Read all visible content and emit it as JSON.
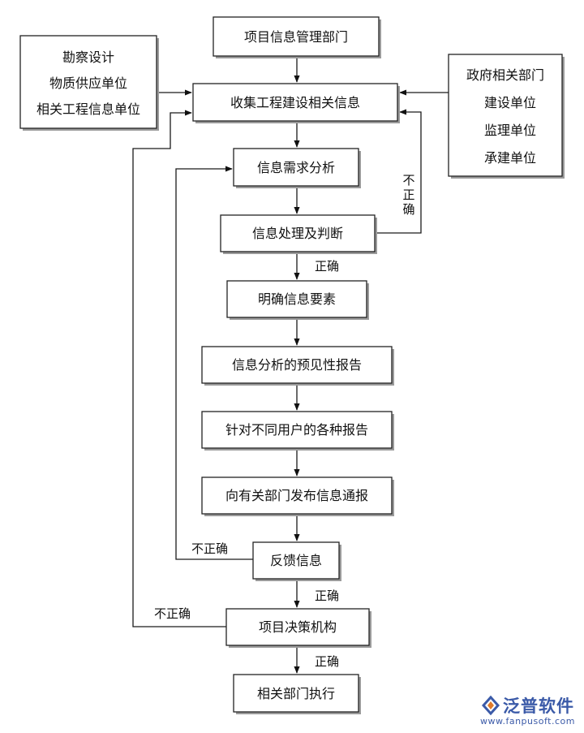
{
  "nodes": {
    "dept": "项目信息管理部门",
    "collect": "收集工程建设相关信息",
    "needs": "信息需求分析",
    "process": "信息处理及判断",
    "elements": "明确信息要素",
    "forecast": "信息分析的预见性报告",
    "reports": "针对不同用户的各种报告",
    "publish": "向有关部门发布信息通报",
    "feedback": "反馈信息",
    "decision": "项目决策机构",
    "execute": "相关部门执行"
  },
  "left_sources": [
    "勘察设计",
    "物质供应单位",
    "相关工程信息单位"
  ],
  "right_sources": [
    "政府相关部门",
    "建设单位",
    "监理单位",
    "承建单位"
  ],
  "conditions": {
    "incorrect_vertical": [
      "不",
      "正",
      "确"
    ],
    "correct_1": "正确",
    "incorrect_feedback": "不正确",
    "correct_2": "正确",
    "incorrect_decision": "不正确",
    "correct_3": "正确"
  },
  "watermark": {
    "brand": "泛普软件",
    "url": "www.fanpusoft.com"
  }
}
